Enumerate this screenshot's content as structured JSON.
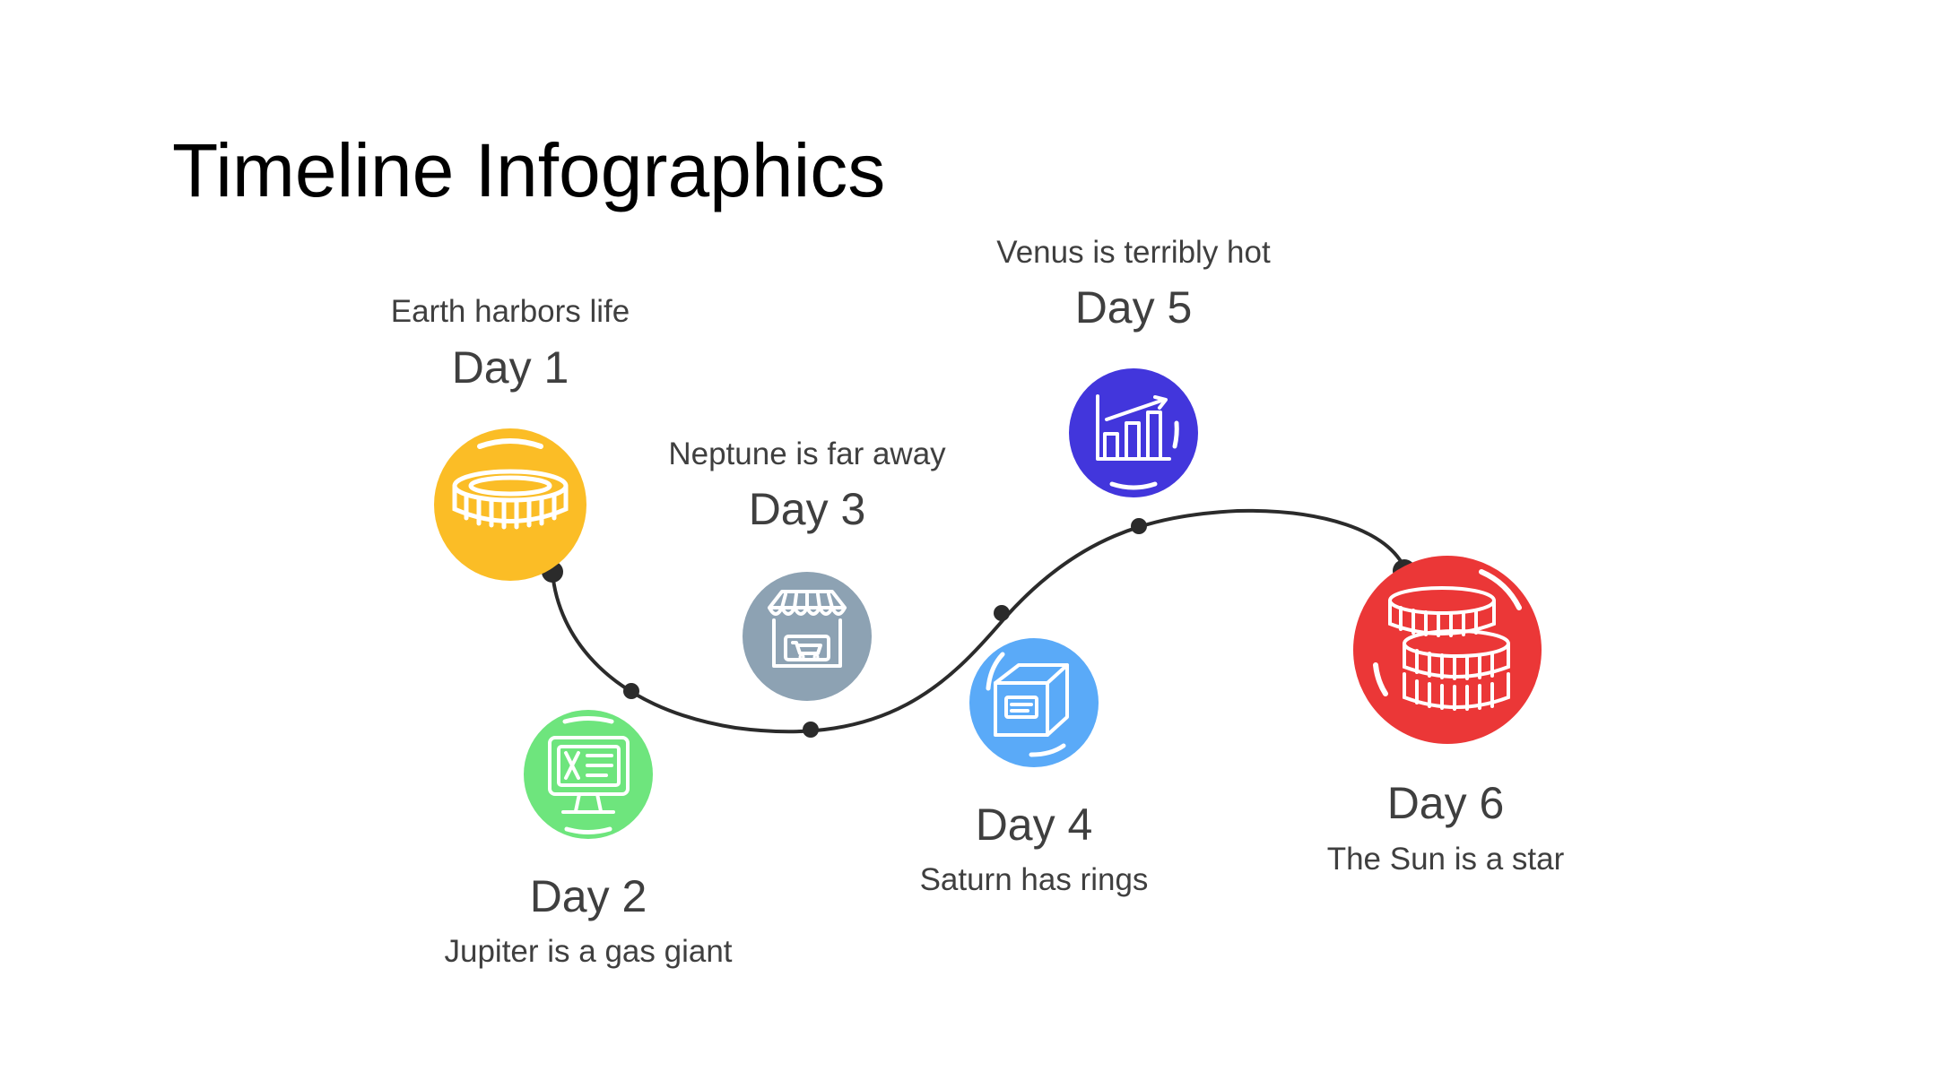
{
  "title": "Timeline Infographics",
  "colors": {
    "line": "#2b2b2b",
    "text": "#3f3f3f",
    "day1": "#fbbd26",
    "day2": "#6ee57d",
    "day3": "#8da2b3",
    "day4": "#5aaaf8",
    "day5": "#4236dc",
    "day6": "#eb3737"
  },
  "steps": [
    {
      "day": "Day 1",
      "description": "Earth harbors life",
      "icon": "coin-icon"
    },
    {
      "day": "Day 2",
      "description": "Jupiter is a gas giant",
      "icon": "computer-monitor-icon"
    },
    {
      "day": "Day 3",
      "description": "Neptune is far away",
      "icon": "storefront-icon"
    },
    {
      "day": "Day 4",
      "description": "Saturn has rings",
      "icon": "package-box-icon"
    },
    {
      "day": "Day 5",
      "description": "Venus is terribly hot",
      "icon": "bar-chart-growth-icon"
    },
    {
      "day": "Day 6",
      "description": "The Sun is a star",
      "icon": "coin-stack-icon"
    }
  ]
}
